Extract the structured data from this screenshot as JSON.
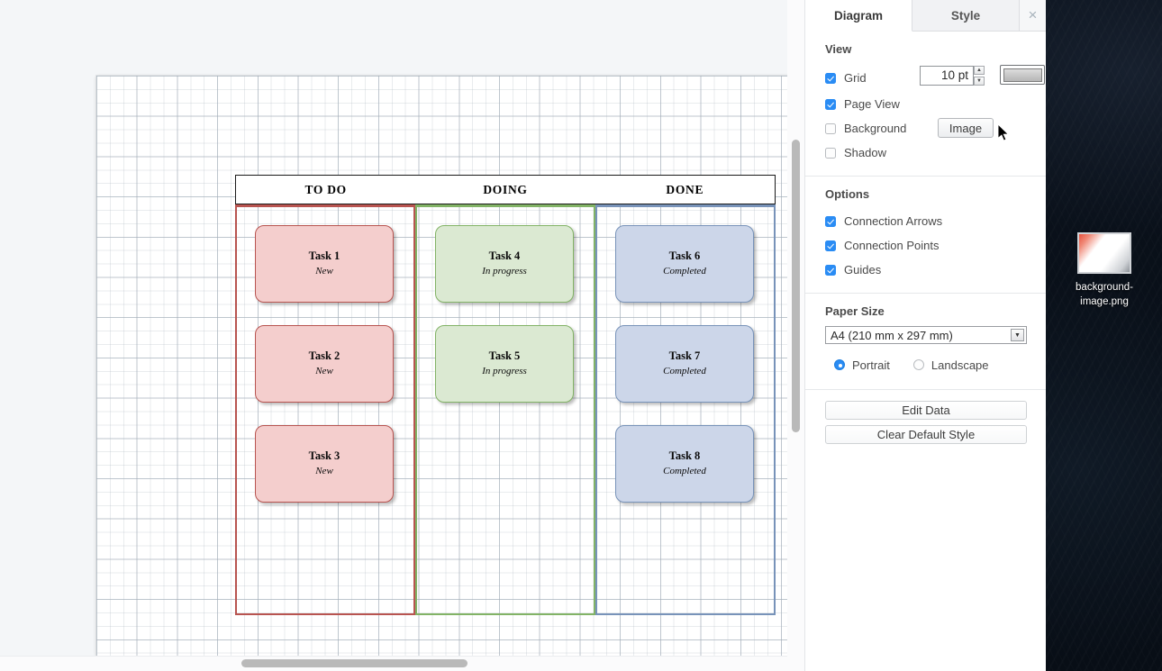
{
  "panel": {
    "tabs": [
      {
        "label": "Diagram",
        "active": true
      },
      {
        "label": "Style",
        "active": false
      }
    ],
    "close_label": "×",
    "view": {
      "title": "View",
      "grid": {
        "label": "Grid",
        "checked": true,
        "size_value": "10 pt",
        "color_swatch": "#c8c8c8"
      },
      "page_view": {
        "label": "Page View",
        "checked": true
      },
      "background": {
        "label": "Background",
        "checked": false,
        "image_button": "Image"
      },
      "shadow": {
        "label": "Shadow",
        "checked": false
      }
    },
    "options": {
      "title": "Options",
      "items": [
        {
          "label": "Connection Arrows",
          "checked": true
        },
        {
          "label": "Connection Points",
          "checked": true
        },
        {
          "label": "Guides",
          "checked": true
        }
      ]
    },
    "paper": {
      "title": "Paper Size",
      "selected": "A4 (210 mm x 297 mm)",
      "orientation": [
        {
          "label": "Portrait",
          "selected": true
        },
        {
          "label": "Landscape",
          "selected": false
        }
      ]
    },
    "actions": [
      {
        "label": "Edit Data"
      },
      {
        "label": "Clear Default Style"
      }
    ]
  },
  "board": {
    "lanes": [
      {
        "header": "TO DO",
        "color": "#b85450",
        "fill": "#f4cecd"
      },
      {
        "header": "DOING",
        "color": "#82b366",
        "fill": "#dbe9d2"
      },
      {
        "header": "DONE",
        "color": "#7893b9",
        "fill": "#ccd6e9"
      }
    ],
    "cards": [
      {
        "title": "Task 1",
        "status": "New",
        "lane": 0
      },
      {
        "title": "Task 2",
        "status": "New",
        "lane": 0
      },
      {
        "title": "Task 3",
        "status": "New",
        "lane": 0
      },
      {
        "title": "Task 4",
        "status": "In progress",
        "lane": 1
      },
      {
        "title": "Task 5",
        "status": "In progress",
        "lane": 1
      },
      {
        "title": "Task 6",
        "status": "Completed",
        "lane": 2
      },
      {
        "title": "Task 7",
        "status": "Completed",
        "lane": 2
      },
      {
        "title": "Task 8",
        "status": "Completed",
        "lane": 2
      }
    ]
  },
  "desktop": {
    "icon": {
      "label": "background-image.png"
    }
  }
}
